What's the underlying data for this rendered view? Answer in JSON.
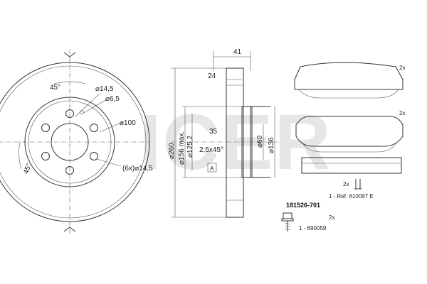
{
  "watermark": {
    "text": "ICER",
    "color": "#c8ccd1"
  },
  "disc_front": {
    "angle_top": "45°",
    "angle_left": "45°",
    "dia_hole_a": "⌀14,5",
    "dia_hole_b": "⌀6,5",
    "dia_pcd": "⌀100",
    "bolt_holes": "(6x)⌀14,5"
  },
  "disc_section": {
    "width_total": "41",
    "width_disc": "24",
    "dia_outer": "⌀260",
    "dia_hat_max": "⌀156 max.",
    "dia_center": "⌀125,2",
    "height_hat": "35",
    "chamfer": "2,5x45°",
    "label_a": "A",
    "dia_inner": "⌀60",
    "dia_hub": "⌀136"
  },
  "pads": {
    "qty_top": "2x",
    "qty_mid": "2x",
    "qty_clip": "2x",
    "ref": "1 - Ref. 610097 E"
  },
  "kit": {
    "part_number": "181526-701",
    "bolt_qty": "2x",
    "bolt_ref": "1 - 690059"
  }
}
